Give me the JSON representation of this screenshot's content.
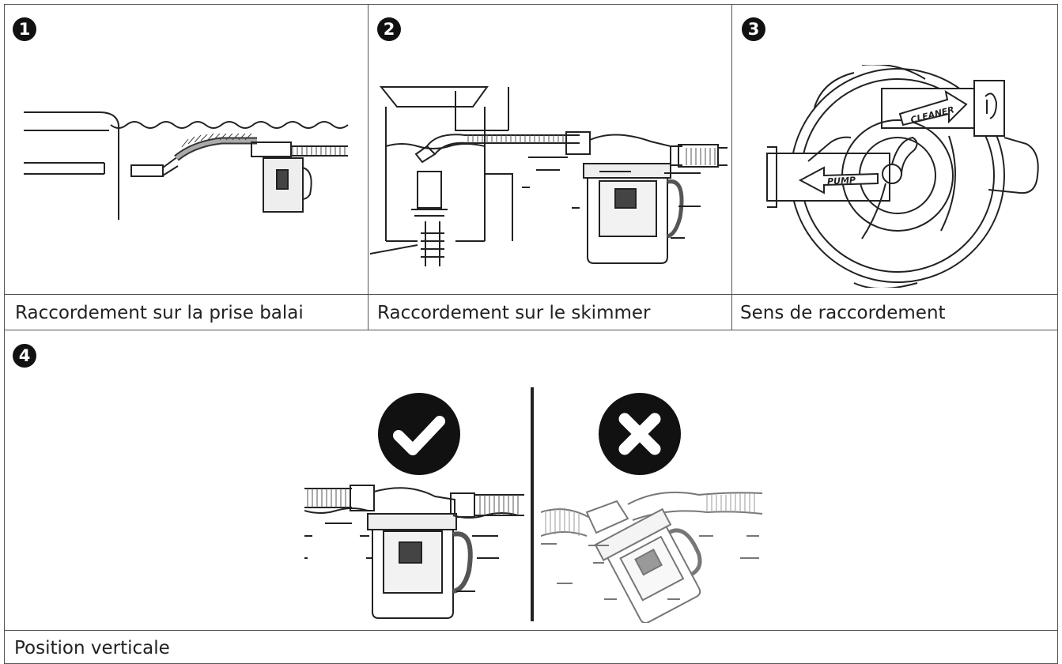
{
  "panels": [
    {
      "number": "1",
      "caption": "Raccordement sur la prise balai"
    },
    {
      "number": "2",
      "caption": "Raccordement sur le skimmer"
    },
    {
      "number": "3",
      "caption": "Sens de raccordement",
      "arrow_labels": {
        "cleaner": "CLEANER",
        "pump": "PUMP"
      }
    },
    {
      "number": "4",
      "caption": "Position verticale"
    }
  ],
  "icons": {
    "correct": "check-circle-icon",
    "incorrect": "cross-circle-icon"
  }
}
